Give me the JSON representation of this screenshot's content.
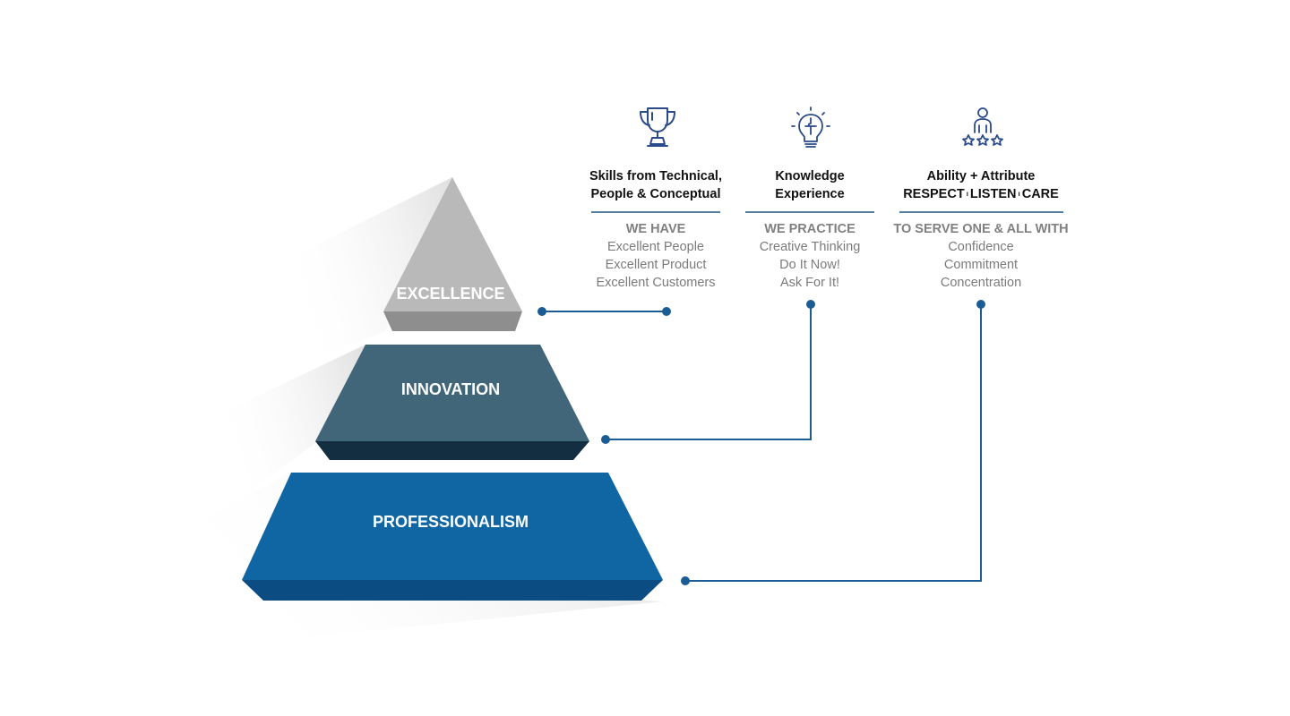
{
  "pyramid": {
    "tiers": [
      {
        "label": "EXCELLENCE",
        "color": "#b9b9b9"
      },
      {
        "label": "INNOVATION",
        "color": "#416579"
      },
      {
        "label": "PROFESSIONALISM",
        "color": "#1065a3"
      }
    ]
  },
  "columns": [
    {
      "icon": "trophy-icon",
      "heading_line1": "Skills from Technical,",
      "heading_line2": "People & Conceptual",
      "lead": "WE HAVE",
      "items": [
        "Excellent People",
        "Excellent Product",
        "Excellent Customers"
      ]
    },
    {
      "icon": "lightbulb-puzzle-icon",
      "heading_line1": "Knowledge",
      "heading_line2": "Experience",
      "lead": "WE PRACTICE",
      "items": [
        "Creative Thinking",
        "Do It Now!",
        "Ask For It!"
      ]
    },
    {
      "icon": "person-rating-stars-icon",
      "heading_line1": "Ability + Attribute",
      "heading_line2_parts": [
        "RESPECT",
        "LISTEN",
        "CARE"
      ],
      "separator": "ı",
      "lead": "TO SERVE ONE & ALL WITH",
      "items": [
        "Confidence",
        "Commitment",
        "Concentration"
      ]
    }
  ],
  "colors": {
    "connector": "#1b5c94",
    "rule": "#5b7fa3",
    "heading_text": "#111111",
    "body_text": "#7b7b7b"
  }
}
